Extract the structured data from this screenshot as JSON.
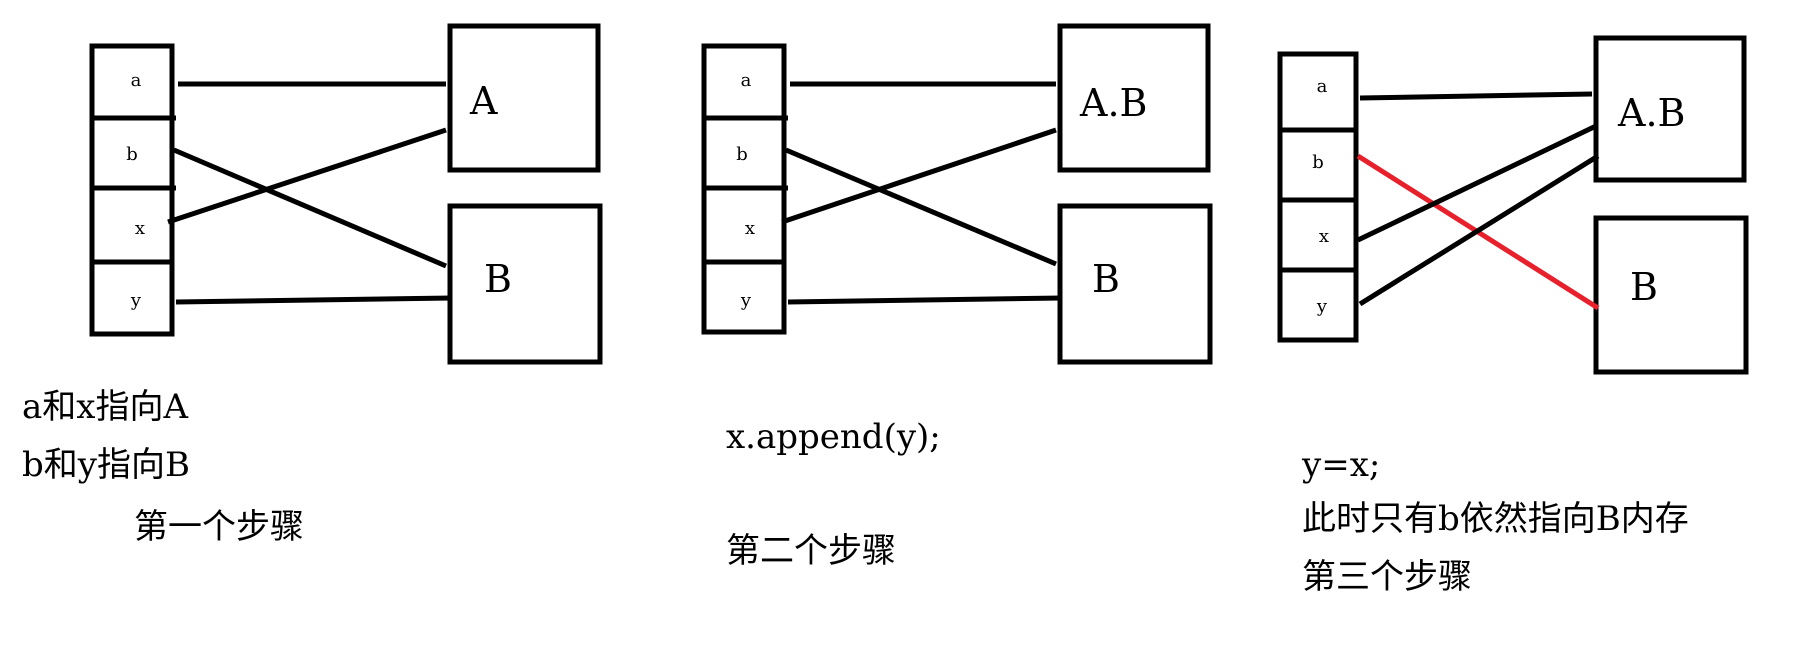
{
  "panels": [
    {
      "cells": [
        "a",
        "b",
        "x",
        "y"
      ],
      "box_top_label": "A",
      "box_bottom_label": "B",
      "captions": [
        "a和x指向A",
        "b和y指向B"
      ],
      "step_label": "第一个步骤"
    },
    {
      "cells": [
        "a",
        "b",
        "x",
        "y"
      ],
      "box_top_label": "A.B",
      "box_bottom_label": "B",
      "captions": [
        "x.append(y);"
      ],
      "step_label": "第二个步骤"
    },
    {
      "cells": [
        "a",
        "b",
        "x",
        "y"
      ],
      "box_top_label": "A.B",
      "box_bottom_label": "B",
      "captions": [
        "y=x;",
        "此时只有b依然指向B内存"
      ],
      "step_label": "第三个步骤"
    }
  ],
  "colors": {
    "line": "#000000",
    "highlight": "#e8202b"
  }
}
